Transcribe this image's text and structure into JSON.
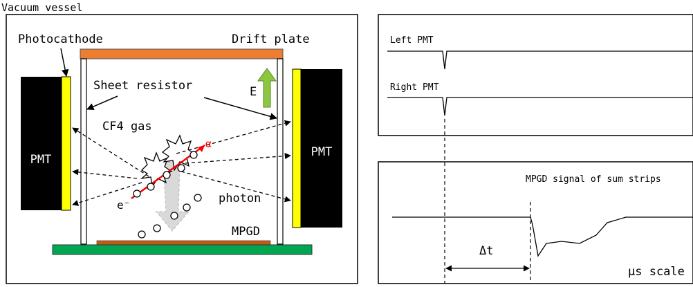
{
  "labels": {
    "vessel": "Vacuum vessel",
    "photocathode": "Photocathode",
    "drift_plate": "Drift plate",
    "sheet_resistor": "Sheet resistor",
    "field": "E",
    "gas": "CF4 gas",
    "alpha": "α",
    "electron": "e⁻",
    "photon": "photon",
    "mpgd": "MPGD",
    "pmt_left": "PMT",
    "pmt_right": "PMT",
    "left_pmt_signal": "Left PMT",
    "right_pmt_signal": "Right PMT",
    "mpgd_signal": "MPGD signal of sum strips",
    "delta_t": "Δt",
    "time_scale": "μs scale"
  },
  "colors": {
    "drift_plate": "#ed7d31",
    "photocathode": "#ffff00",
    "pmt": "#000000",
    "mpgd_base": "#00a651",
    "mpgd_plate": "#c55a11",
    "alpha_track": "#ff0000",
    "field_arrow": "#8dc63f",
    "electron_drift": "#d9d9d9"
  }
}
